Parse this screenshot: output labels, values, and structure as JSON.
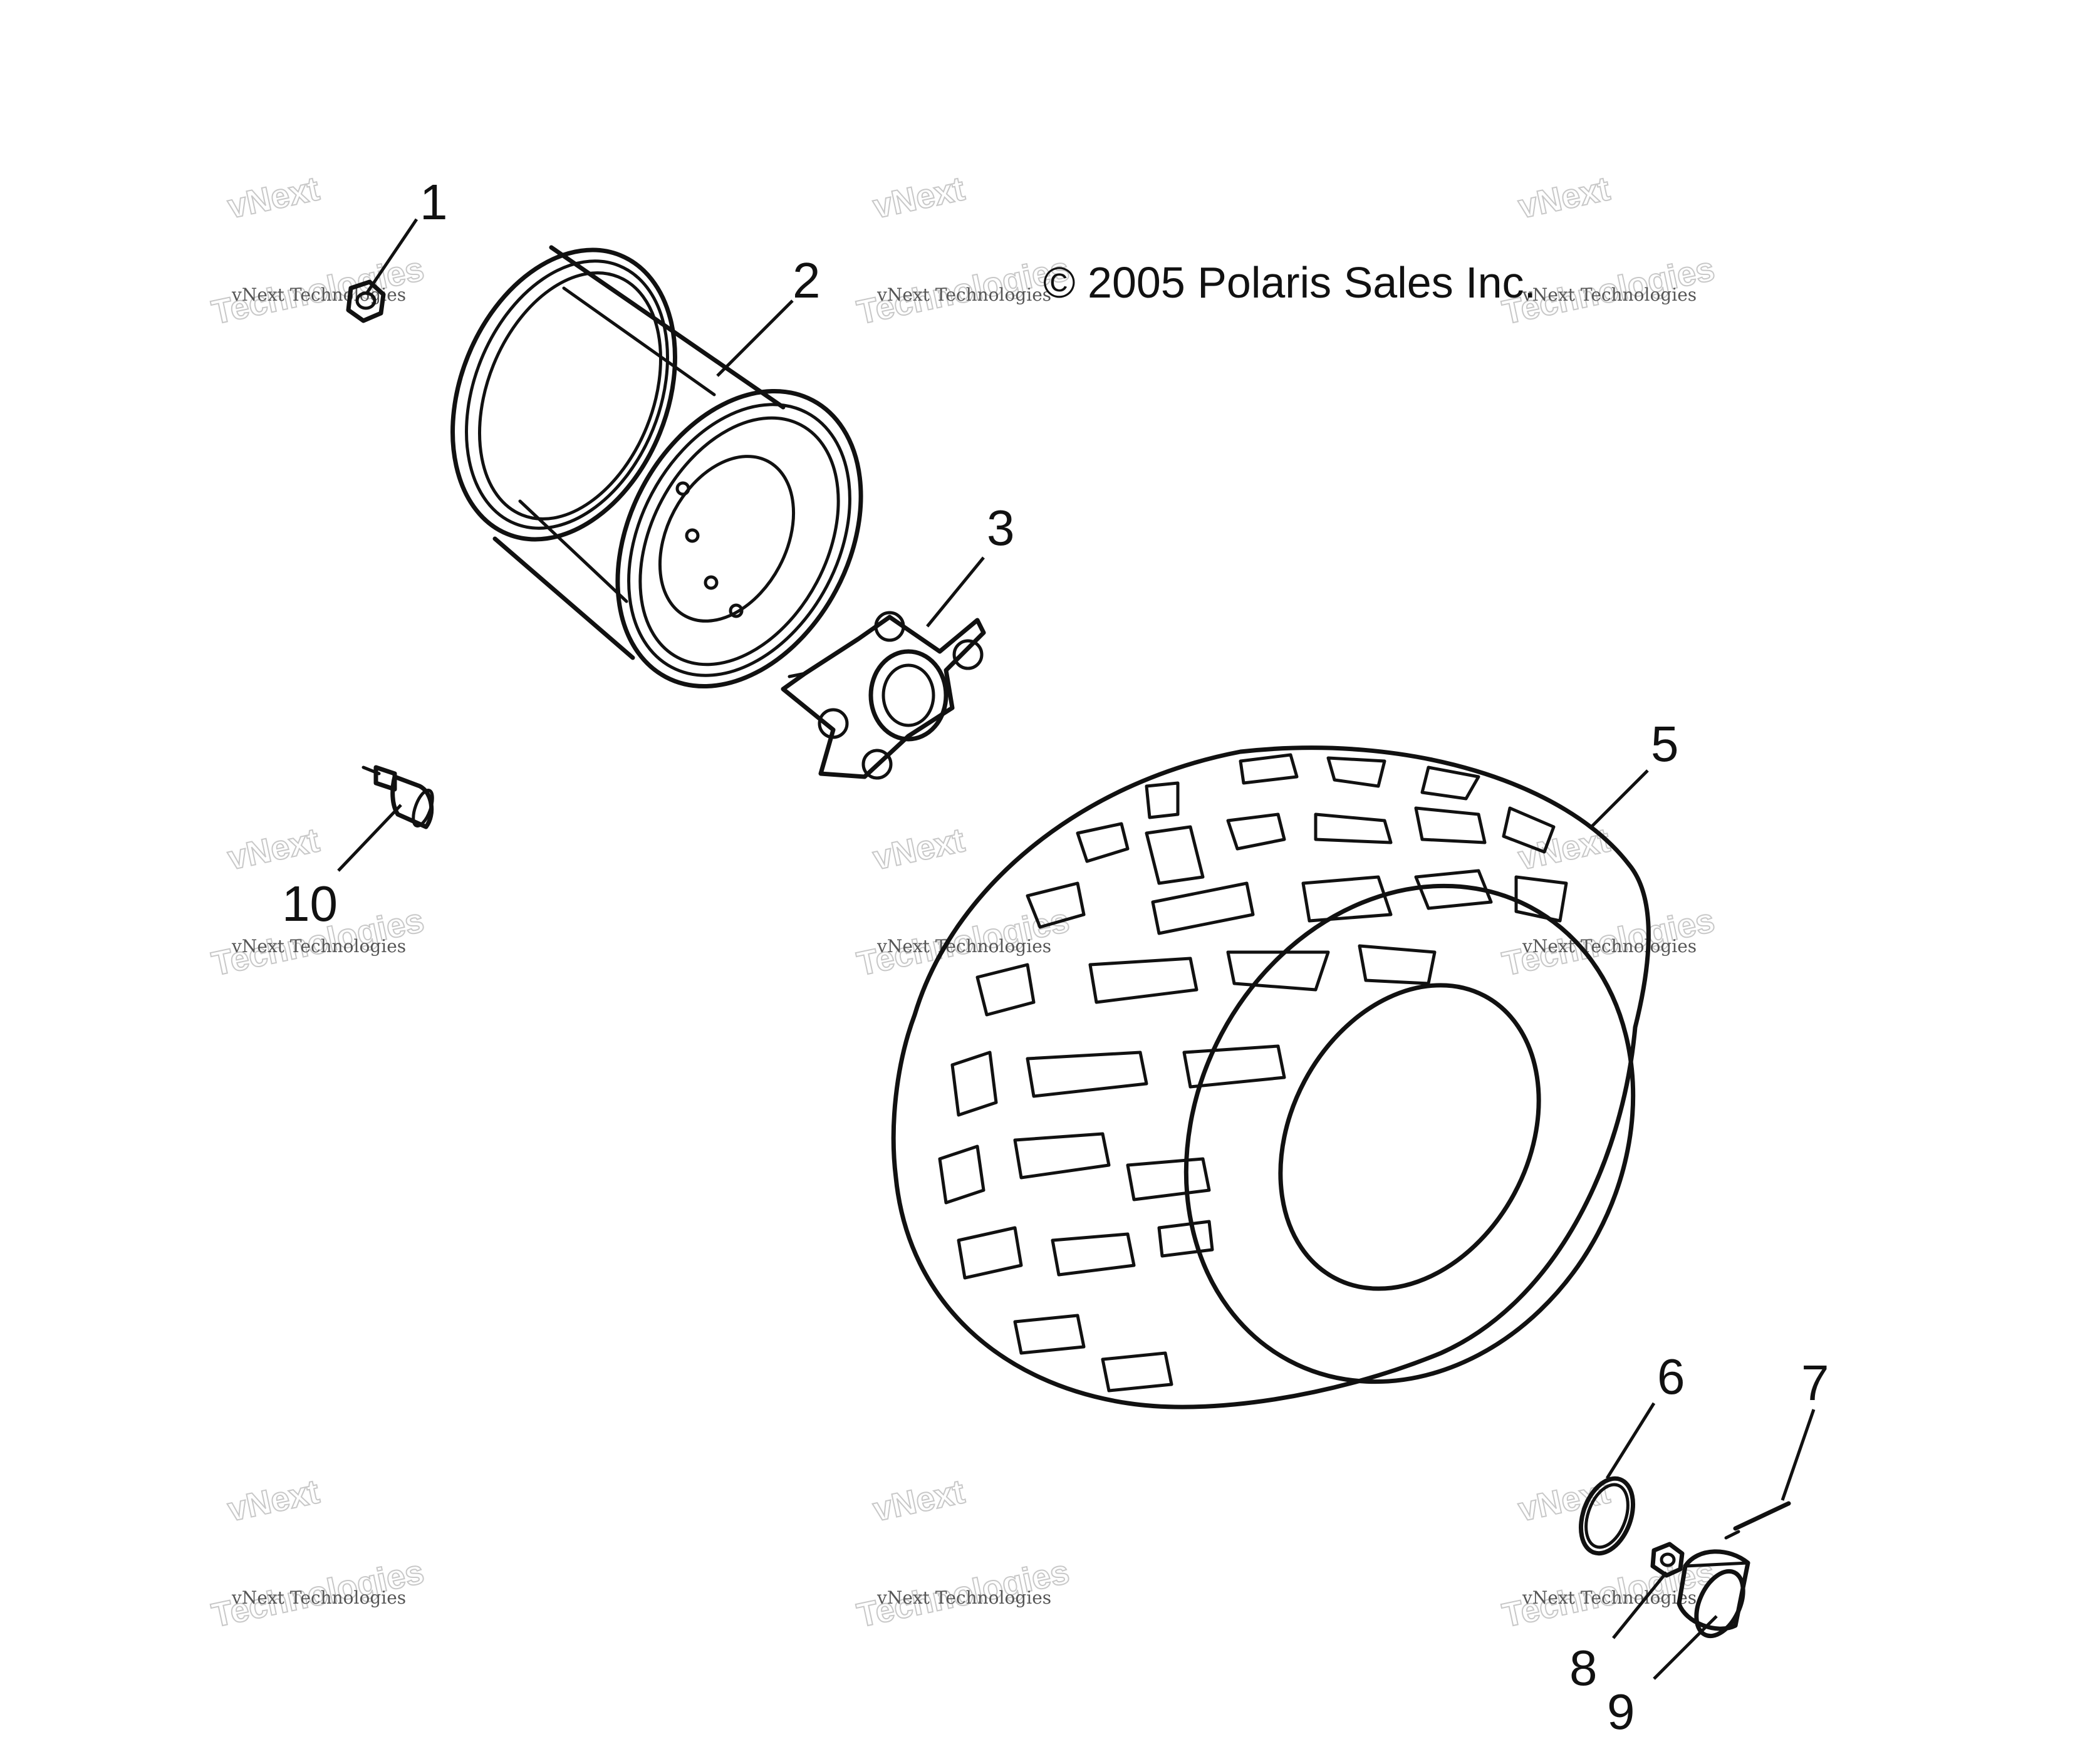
{
  "copyright": "© 2005 Polaris Sales Inc.",
  "watermark": {
    "line1": "vNext Technologies",
    "line2a": "vNext",
    "line2b": "Technologies"
  },
  "callouts": {
    "c1": "1",
    "c2": "2",
    "c3": "3",
    "c5": "5",
    "c6": "6",
    "c7": "7",
    "c8": "8",
    "c9": "9",
    "c10": "10"
  },
  "colors": {
    "ink": "#111111",
    "watermark": "#c8c8c8",
    "background": "#ffffff"
  }
}
